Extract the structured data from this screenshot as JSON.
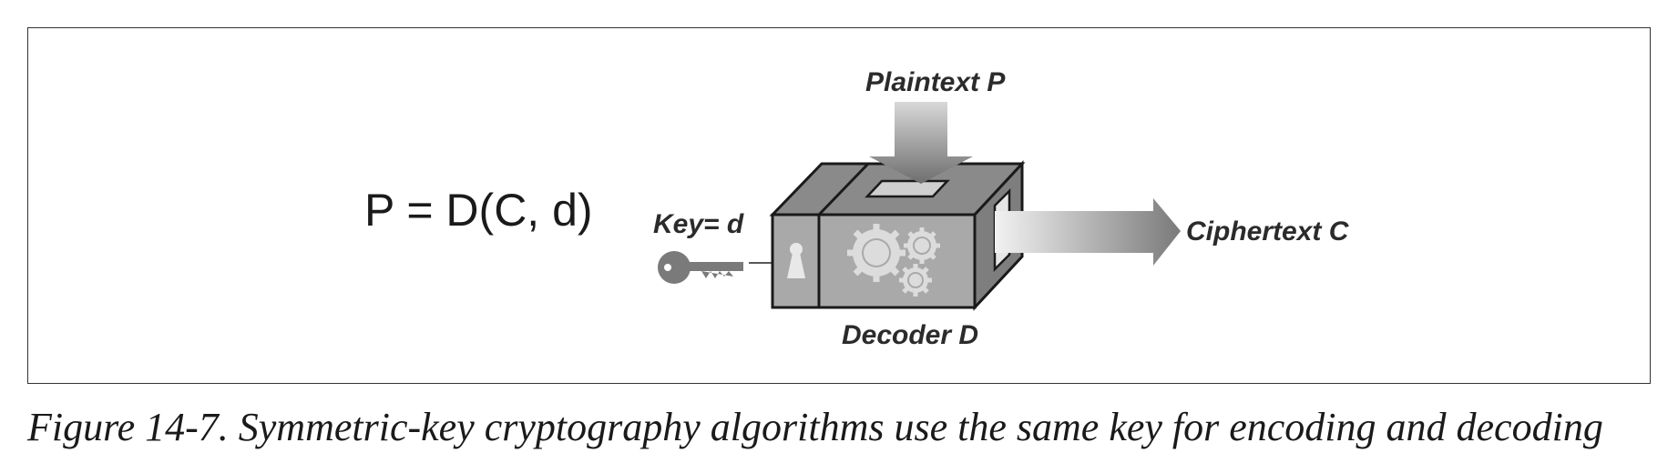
{
  "equation": "P = D(C, d)",
  "labels": {
    "plaintext": "Plaintext P",
    "key": "Key= d",
    "ciphertext": "Ciphertext C",
    "decoder": "Decoder D"
  },
  "caption": "Figure 14-7. Symmetric-key cryptography algorithms use the same key for encoding and decoding"
}
